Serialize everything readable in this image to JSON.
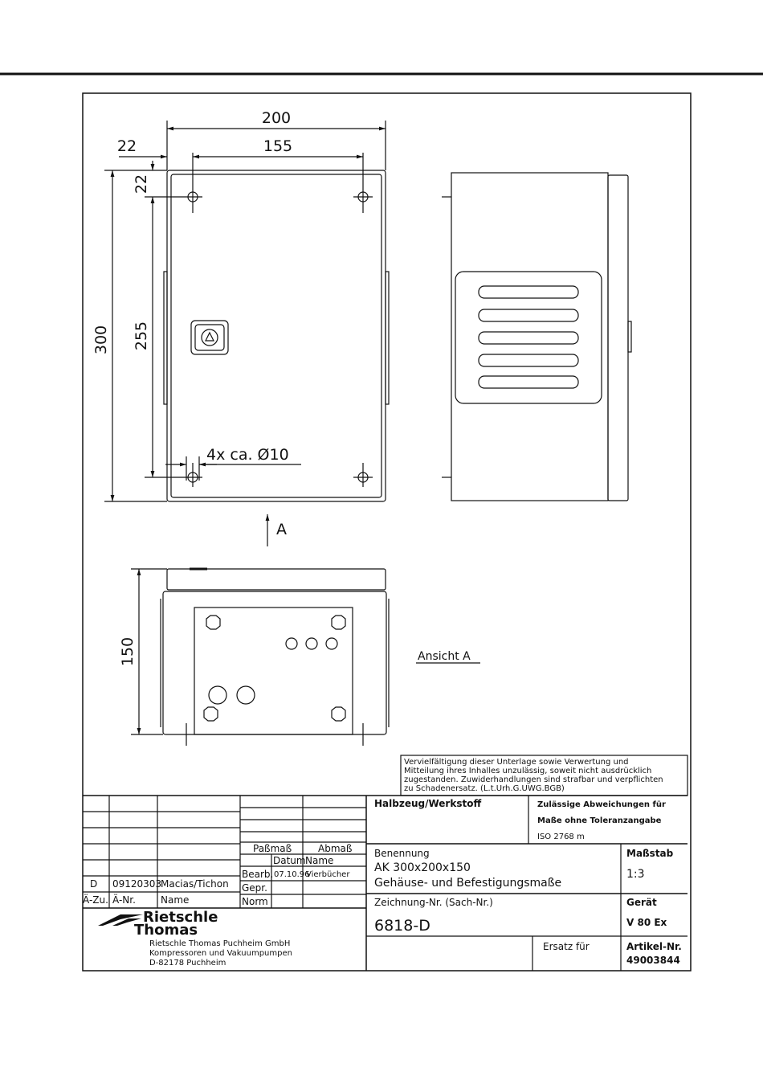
{
  "drawing": {
    "dimensions": {
      "overall_width": "200",
      "hole_spacing_width": "155",
      "edge_offset_x": "22",
      "edge_offset_y": "22",
      "overall_height": "300",
      "hole_spacing_height": "255",
      "hole_note": "4x ca. Ø10",
      "depth": "150"
    },
    "view_arrow_label": "A",
    "view_label": "Ansicht A"
  },
  "notice": {
    "lines": [
      "Vervielfältigung dieser Unterlage sowie Verwertung und",
      "Mitteilung ihres Inhalles unzulässig, soweit nicht ausdrücklich",
      "zugestanden. Zuwiderhandlungen sind strafbar und verpflichten",
      "zu Schadenersatz. (L.t.Urh.G.UWG.BGB)"
    ]
  },
  "title_block": {
    "revision": {
      "index": "D",
      "number": "09120303",
      "name": "Macias/Tichon",
      "hdr_index": "Ä-Zu.",
      "hdr_number": "Ä-Nr.",
      "hdr_name": "Name"
    },
    "fits": {
      "passmass": "Paßmaß",
      "abmass": "Abmaß",
      "datum": "Datum",
      "name": "Name",
      "bearb": "Bearb.",
      "bearb_date": "07.10.96",
      "bearb_name": "Vierbücher",
      "gepr": "Gepr.",
      "norm": "Norm"
    },
    "material_label": "Halbzeug/Werkstoff",
    "tolerance_lines": [
      "Zulässige Abweichungen für",
      "Maße ohne Toleranzangabe",
      "ISO 2768 m"
    ],
    "designation_label": "Benennung",
    "designation_line1": "AK 300x200x150",
    "designation_line2": "Gehäuse- und Befestigungsmaße",
    "scale_label": "Maßstab",
    "scale": "1:3",
    "drawing_no_label": "Zeichnung-Nr. (Sach-Nr.)",
    "drawing_no": "6818-D",
    "device_label": "Gerät",
    "device": "V 80 Ex",
    "replaces_label": "Ersatz für",
    "article_label": "Artikel-Nr.",
    "article": "49003844"
  },
  "company": {
    "logo_line1": "Rietschle",
    "logo_line2": "Thomas",
    "address": [
      "Rietschle Thomas Puchheim GmbH",
      "Kompressoren und Vakuumpumpen",
      "D-82178 Puchheim"
    ]
  },
  "colors": {
    "ink": "#111111",
    "paper": "#ffffff"
  }
}
